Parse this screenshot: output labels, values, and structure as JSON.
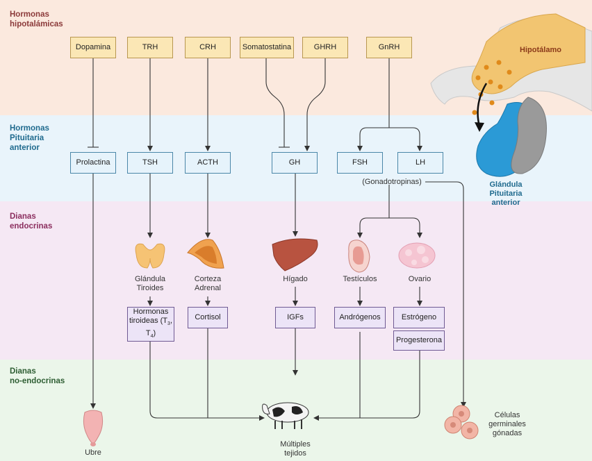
{
  "bands": {
    "hypothalamic": "Hormonas\nhipotalámicas",
    "pituitary": "Hormonas\nPituitaria\nanterior",
    "endocrine": "Dianas\nendocrinas",
    "nonendocrine": "Dianas\nno-endocrinas"
  },
  "hypothalamic_hormones": [
    "Dopamina",
    "TRH",
    "CRH",
    "Somatostatina",
    "GHRH",
    "GnRH"
  ],
  "pituitary_hormones": [
    "Prolactina",
    "TSH",
    "ACTH",
    "GH",
    "FSH",
    "LH"
  ],
  "gonadotropins_label": "(Gonadotropinas)",
  "anatomy": {
    "hypothalamus": "Hipotálamo",
    "pituitary_gland": "Glándula\nPituitaria\nanterior"
  },
  "organs": {
    "thyroid": "Glándula\nTiroides",
    "adrenal": "Corteza\nAdrenal",
    "liver": "Hígado",
    "testes": "Testículos",
    "ovary": "Ovario"
  },
  "secondary_hormones": {
    "thyroid_main": "Hormonas tiroideas (T",
    "t3_sub": "3",
    "sep": ", T",
    "t4_sub": "4",
    "close": ")",
    "cortisol": "Cortisol",
    "igfs": "IGFs",
    "androgens": "Andrógenos",
    "estrogen": "Estrógeno",
    "progesterone": "Progesterona"
  },
  "non_endocrine": {
    "udder": "Ubre",
    "tissues": "Múltiples\ntejidos",
    "germ_cells": "Células\ngerminales\ngónadas"
  },
  "colors": {
    "hypothalamic_band": "#fbe9de",
    "pituitary_band": "#e9f4fb",
    "endocrine_band": "#f5e8f4",
    "nonendocrine_band": "#ebf6ea",
    "hypothalamic_label": "#8b3a3a",
    "pituitary_label": "#1f6a8e",
    "endocrine_label": "#8b2e5e",
    "nonendocrine_label": "#2e5e33"
  }
}
